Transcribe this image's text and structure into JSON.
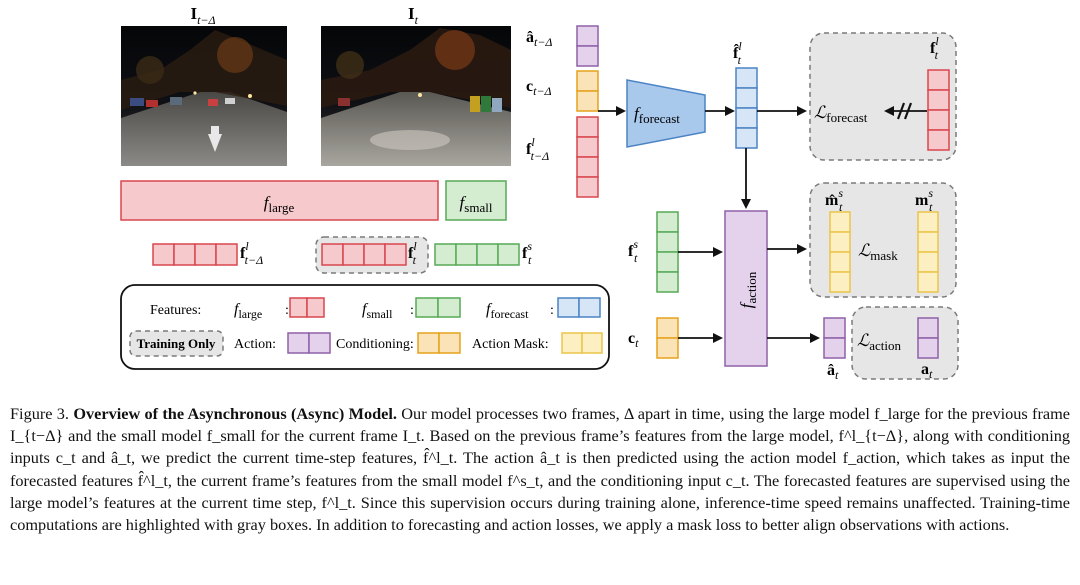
{
  "figure": {
    "frames": [
      {
        "label": "I",
        "sub": "t−Δ"
      },
      {
        "label": "I",
        "sub": "t"
      }
    ],
    "inputs": [
      {
        "sym": "â",
        "sub": "t−Δ"
      },
      {
        "sym": "c",
        "sub": "t−Δ"
      },
      {
        "sym": "f",
        "sub": "t−Δ",
        "sup": "l"
      }
    ],
    "models": {
      "large": {
        "f": "f",
        "sub": "large"
      },
      "small": {
        "f": "f",
        "sub": "small"
      },
      "forecast": {
        "f": "f",
        "sub": "forecast"
      },
      "action": {
        "f": "f",
        "sub": "action"
      }
    },
    "feature_labels": {
      "prev_large": {
        "sym": "f",
        "sub": "t−Δ",
        "sup": "l"
      },
      "cur_large": {
        "sym": "f",
        "sub": "t",
        "sup": "l"
      },
      "cur_small": {
        "sym": "f",
        "sub": "t",
        "sup": "s"
      },
      "forecast_out": {
        "sym": "f̂",
        "sub": "t",
        "sup": "l"
      },
      "target": {
        "sym": "f",
        "sub": "t",
        "sup": "l"
      },
      "action_in_small": {
        "sym": "f",
        "sub": "t",
        "sup": "s"
      },
      "cond": {
        "sym": "c",
        "sub": "t"
      },
      "mask_pred": {
        "sym": "m̂",
        "sub": "t",
        "sup": "s"
      },
      "mask_gt": {
        "sym": "m",
        "sub": "t",
        "sup": "s"
      },
      "action_pred": {
        "sym": "â",
        "sub": "t"
      },
      "action_gt": {
        "sym": "a",
        "sub": "t"
      }
    },
    "losses": {
      "forecast": {
        "L": "ℒ",
        "sub": "forecast"
      },
      "mask": {
        "L": "ℒ",
        "sub": "mask"
      },
      "action": {
        "L": "ℒ",
        "sub": "action"
      }
    },
    "legend": {
      "features_label": "Features:",
      "large": "f",
      "large_sub": "large",
      "small": "f",
      "small_sub": "small",
      "forecast": "f",
      "forecast_sub": "forecast",
      "training_only": "Training Only",
      "action": "Action:",
      "conditioning": "Conditioning:",
      "action_mask": "Action Mask:"
    },
    "colors": {
      "red_fill": "#f6c9cc",
      "red_stroke": "#d9464e",
      "green_fill": "#d4ecd0",
      "green_stroke": "#57a957",
      "blue_fill": "#d7e6f7",
      "blue_stroke": "#4b83c4",
      "purple_fill": "#e4d2ec",
      "purple_stroke": "#8e61a8",
      "orange_fill": "#fbe3b8",
      "orange_stroke": "#e5a21c",
      "yellow_fill": "#fcf0c2",
      "yellow_stroke": "#ecc44a",
      "gray_box": "#e6e6e6",
      "gray_dash": "#7a7a7a"
    }
  },
  "caption": {
    "figure_num": "Figure 3.",
    "title": "Overview of the Asynchronous (Async) Model.",
    "body": "Our model processes two frames, Δ apart in time, using the large model f_large for the previous frame I_{t−Δ} and the small model f_small for the current frame I_t. Based on the previous frame’s features from the large model, f^l_{t−Δ}, along with conditioning inputs c_t and â_t, we predict the current time-step features, f̂^l_t. The action â_t is then predicted using the action model f_action, which takes as input the forecasted features f̂^l_t, the current frame’s features from the small model f^s_t, and the conditioning input c_t. The forecasted features are supervised using the large model’s features at the current time step, f^l_t. Since this supervision occurs during training alone, inference-time speed remains unaffected. Training-time computations are highlighted with gray boxes. In addition to forecasting and action losses, we apply a mask loss to better align observations with actions."
  }
}
